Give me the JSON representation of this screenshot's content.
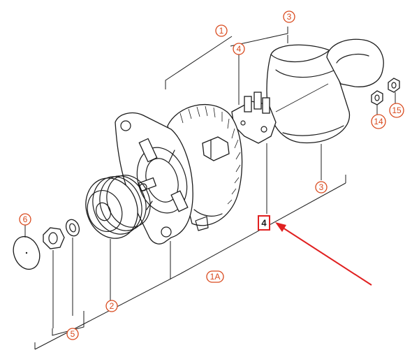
{
  "diagram": {
    "callouts": [
      {
        "id": "c1",
        "text": "1",
        "shape": "circle"
      },
      {
        "id": "c3a",
        "text": "3",
        "shape": "circle"
      },
      {
        "id": "c4a",
        "text": "4",
        "shape": "circle"
      },
      {
        "id": "c14",
        "text": "14",
        "shape": "circle"
      },
      {
        "id": "c15",
        "text": "15",
        "shape": "circle"
      },
      {
        "id": "c3b",
        "text": "3",
        "shape": "circle"
      },
      {
        "id": "c4b",
        "text": "4",
        "shape": "square-highlight"
      },
      {
        "id": "c6",
        "text": "6",
        "shape": "circle"
      },
      {
        "id": "c1A",
        "text": "1A",
        "shape": "circle"
      },
      {
        "id": "c2",
        "text": "2",
        "shape": "circle"
      },
      {
        "id": "c5",
        "text": "5",
        "shape": "circle"
      }
    ],
    "colors": {
      "callout": "#d94a1e",
      "highlight_box": "#e02020",
      "arrow": "#e02020",
      "line_art": "#1c1c1c"
    },
    "parts": [
      {
        "id": "cap",
        "icon": "alternator-end-cap"
      },
      {
        "id": "regulator",
        "icon": "voltage-regulator"
      },
      {
        "id": "housing",
        "icon": "alternator-housing"
      },
      {
        "id": "pulley",
        "icon": "belt-pulley"
      },
      {
        "id": "nut",
        "icon": "hex-nut"
      },
      {
        "id": "washer",
        "icon": "washer"
      },
      {
        "id": "cover",
        "icon": "dust-cover"
      },
      {
        "id": "nut14",
        "icon": "small-nut"
      },
      {
        "id": "nut15",
        "icon": "small-nut"
      }
    ]
  }
}
